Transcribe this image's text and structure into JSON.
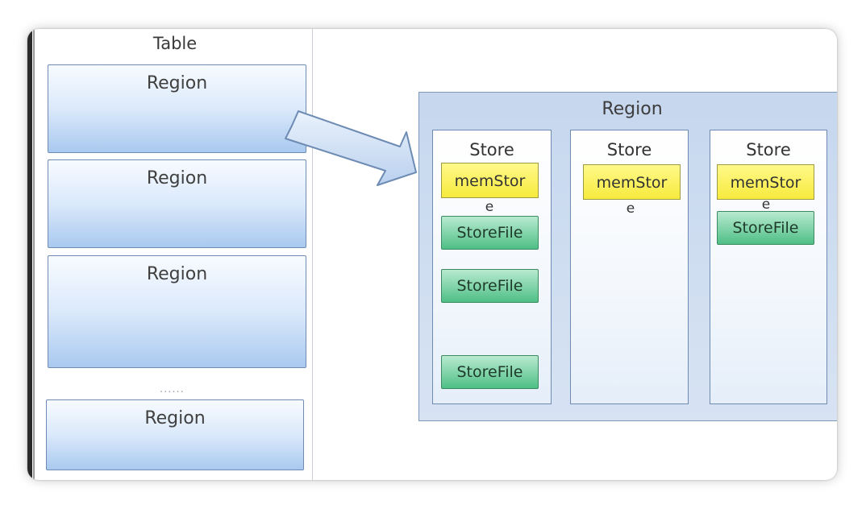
{
  "table": {
    "title": "Table",
    "regions": [
      "Region",
      "Region",
      "Region",
      "Region"
    ],
    "ellipsis": "......"
  },
  "region_detail": {
    "title": "Region",
    "stores": [
      {
        "title": "Store",
        "memstore_line1": "memStor",
        "memstore_line2": "e",
        "storefiles": [
          "StoreFile",
          "StoreFile",
          "StoreFile"
        ]
      },
      {
        "title": "Store",
        "memstore_line1": "memStor",
        "memstore_line2": "e",
        "storefiles": []
      },
      {
        "title": "Store",
        "memstore_line1": "memStor",
        "memstore_line2": "e",
        "storefiles": [
          "StoreFile"
        ]
      }
    ]
  },
  "colors": {
    "region_fill": "#dbe9fb",
    "region_border": "#6d8bb3",
    "memstore_fill": "#f7ea3d",
    "storefile_fill": "#4fbf86"
  }
}
